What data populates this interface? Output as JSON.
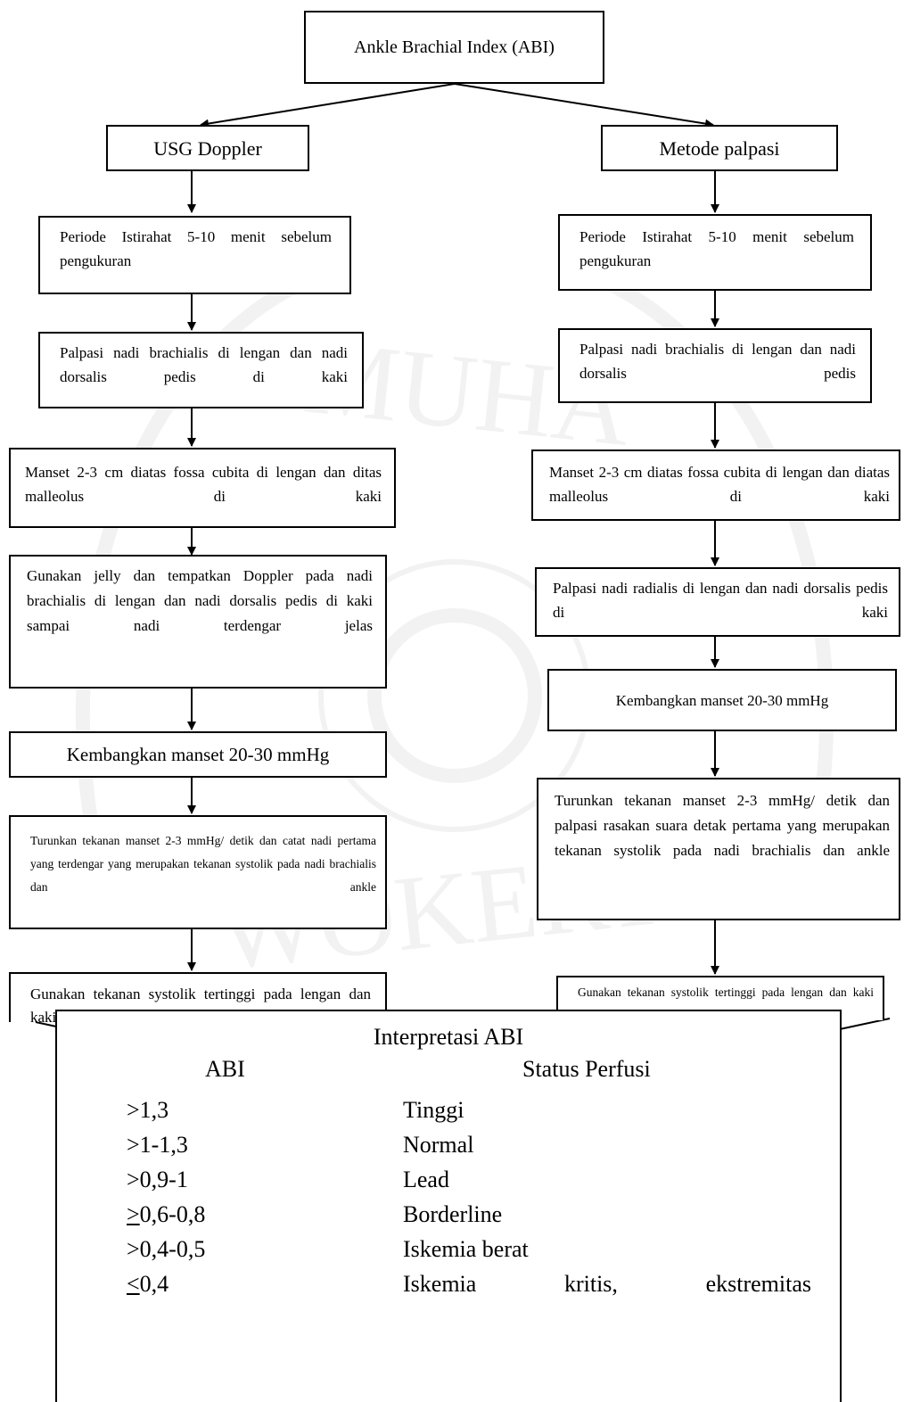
{
  "diagram": {
    "title": "Ankle Brachial Index  (ABI)",
    "left_branch": {
      "heading": "USG Doppler",
      "steps": [
        "Periode Istirahat 5-10 menit sebelum pengukuran",
        "Palpasi nadi brachialis di lengan dan nadi dorsalis pedis di kaki",
        "Manset 2-3 cm diatas fossa cubita di lengan dan ditas malleolus di kaki",
        "Gunakan jelly dan tempatkan Doppler pada nadi brachialis di lengan dan nadi dorsalis pedis di kaki sampai nadi terdengar jelas",
        "Kembangkan manset 20-30 mmHg",
        "Turunkan tekanan manset 2-3 mmHg/ detik dan catat nadi pertama yang terdengar yang merupakan tekanan systolik pada nadi brachialis dan ankle",
        "Gunakan tekanan systolik tertinggi pada lengan dan kaki"
      ]
    },
    "right_branch": {
      "heading": "Metode palpasi",
      "steps": [
        "Periode Istirahat 5-10 menit sebelum pengukuran",
        "Palpasi nadi brachialis di lengan dan nadi dorsalis pedis",
        "Manset 2-3 cm diatas fossa cubita di lengan dan diatas malleolus di kaki",
        "Palpasi nadi radialis di lengan dan nadi dorsalis pedis di kaki",
        "Kembangkan manset 20-30 mmHg",
        "Turunkan tekanan manset 2-3 mmHg/ detik dan palpasi rasakan suara detak pertama yang merupakan tekanan systolik pada nadi brachialis dan ankle",
        "Gunakan tekanan systolik tertinggi pada lengan dan kaki"
      ]
    }
  },
  "interpretation": {
    "title": "Interpretasi ABI",
    "col_abi": "ABI",
    "col_status": "Status Perfusi",
    "rows": [
      {
        "abi_prefix": ">",
        "abi_value": "1,3",
        "status": "Tinggi"
      },
      {
        "abi_prefix": ">",
        "abi_value": "1-1,3",
        "status": "Normal"
      },
      {
        "abi_prefix": ">",
        "abi_value": "0,9-1",
        "status": "Lead"
      },
      {
        "abi_prefix": ">",
        "abi_value": "0,6-0,8",
        "status": "Borderline"
      },
      {
        "abi_prefix": ">",
        "abi_value": "0,4-0,5",
        "status": "Iskemia berat"
      },
      {
        "abi_prefix": "<",
        "abi_value": "0,4",
        "status_words": [
          "Iskemia",
          "kritis,",
          "ekstremitas"
        ]
      }
    ]
  },
  "watermark": {
    "text_top": "MUHA",
    "text_bottom": "WOKERT"
  },
  "colors": {
    "line": "#000000",
    "background": "#ffffff",
    "watermark": "#7a7a7a"
  }
}
